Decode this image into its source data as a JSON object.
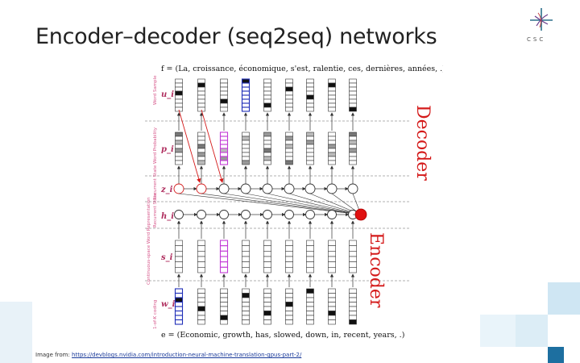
{
  "slide": {
    "title": "Encoder–decoder (seq2seq) networks",
    "logo_text": "CSC",
    "caption_prefix": "Image from: ",
    "caption_link": "https://devblogs.nvidia.com/introduction-neural-machine-translation-gpus-part-2/"
  },
  "figure": {
    "f_label": "f = (La, croissance, économique, s'est, ralentie, ces, dernières, années, .)",
    "e_label": "e = (Economic, growth, has, slowed, down, in, recent, years, .)",
    "decoder_label": "Decoder",
    "encoder_label": "Encoder",
    "row_symbols": [
      "u_i",
      "p_i",
      "z_i",
      "h_i",
      "s_i",
      "w_i"
    ],
    "row_labels": [
      "Word Sample",
      "Word Probability",
      "Recurrent State",
      "Recurrent State",
      "Continuous-space Word Representation",
      "1-of-K coding"
    ],
    "colors": {
      "highlight_blue": "#1f2fb8",
      "highlight_pink": "#c23bd6",
      "arrow_red": "#d41a1a",
      "row_label_pink": "#d6568a"
    }
  }
}
